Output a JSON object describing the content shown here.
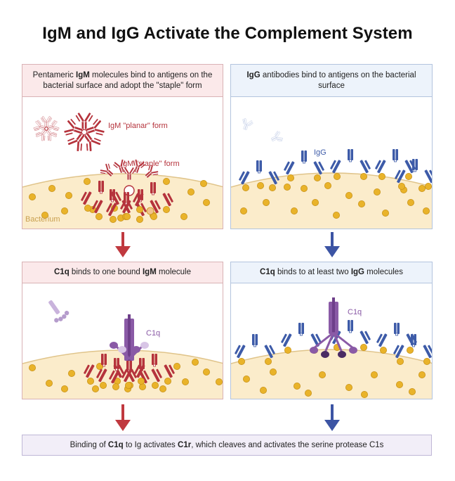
{
  "title": "IgM and IgG Activate the Complement System",
  "panels": {
    "igm_bind": {
      "text_1": "Pentameric ",
      "text_bold": "IgM",
      "text_2": " molecules bind to antigens on the bacterial surface and adopt the \"staple\" form",
      "label_planar": "IgM \"planar\" form",
      "label_staple": "IgM \"staple\" form",
      "label_bacterium": "Bacterium"
    },
    "igg_bind": {
      "text_bold": "IgG",
      "text_2": " antibodies bind to antigens on the bacterial surface",
      "label_igg": "IgG"
    },
    "c1q_igm": {
      "text_bold1": "C1q",
      "text_1": " binds to one bound ",
      "text_bold2": "IgM",
      "text_2": " molecule",
      "label_c1q": "C1q"
    },
    "c1q_igg": {
      "text_bold1": "C1q",
      "text_1": " binds to at least two ",
      "text_bold2": "IgG",
      "text_2": " molecules",
      "label_c1q": "C1q"
    }
  },
  "footer": {
    "t1": "Binding of ",
    "b1": "C1q",
    "t2": " to Ig activates ",
    "b2": "C1r",
    "t3": ", which cleaves and activates the serine protease C1s"
  },
  "colors": {
    "igm": "#b5333c",
    "igg": "#3d5ba8",
    "c1q": "#8a5aa6",
    "bacterium_fill": "#fbeccb",
    "bacterium_stroke": "#e0c48a",
    "antigen": "#e9b32a",
    "arrow_red": "#c0393f",
    "arrow_blue": "#3c54a4"
  }
}
